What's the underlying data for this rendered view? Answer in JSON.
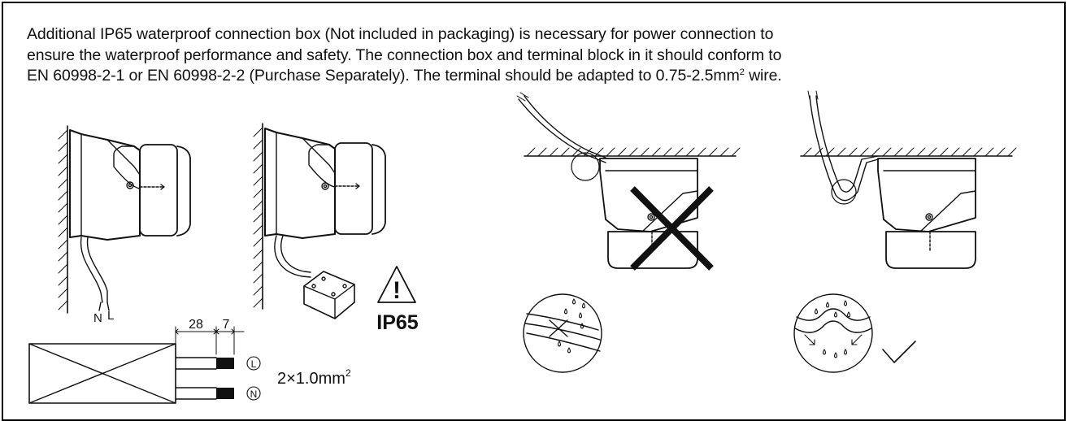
{
  "notice": {
    "line1": "Additional IP65 waterproof connection box (Not included in packaging) is necessary for power connection to",
    "line2": "ensure the waterproof performance and safety. The connection box and terminal block in it should conform to",
    "line3": "EN 60998-2-1 or EN 60998-2-2 (Purchase Separately). The terminal should be adapted to 0.75-2.5mm",
    "line3_sup": "2",
    "line3_end": " wire."
  },
  "wiring": {
    "neutral_letter": "N",
    "live_letter": "L",
    "strip_length_outer": "28",
    "strip_length_inner": "7",
    "terminal_live": "L",
    "terminal_neutral": "N",
    "wire_spec": "2×1.0mm",
    "wire_spec_sup": "2"
  },
  "ip_badge": {
    "rating": "IP65",
    "warning_glyph": "!"
  },
  "colors": {
    "line": "#111111",
    "background": "#ffffff"
  },
  "icons": [
    "warning-triangle-icon",
    "cross-mark-icon",
    "check-mark-icon",
    "water-drop-icon"
  ]
}
